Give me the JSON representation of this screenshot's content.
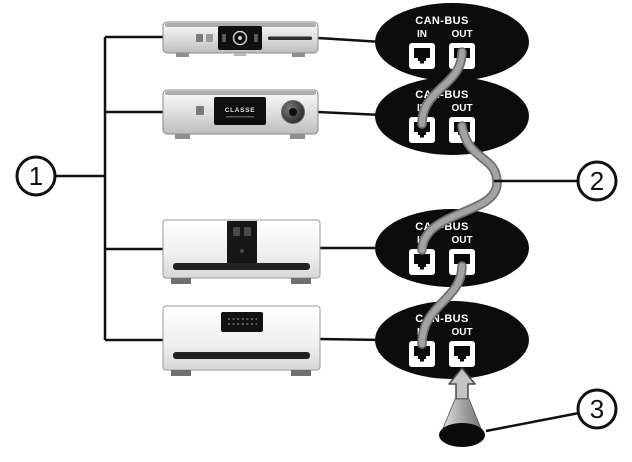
{
  "figure": {
    "type": "can-bus-wiring-diagram",
    "callouts": [
      {
        "label": "1"
      },
      {
        "label": "2"
      },
      {
        "label": "3"
      }
    ],
    "canbus_panel": {
      "title": "CAN-BUS",
      "in_label": "IN",
      "out_label": "OUT"
    },
    "devices": [
      {
        "type": "cd-transport"
      },
      {
        "type": "preamp-processor",
        "display_text": "CLASSE"
      },
      {
        "type": "stereo-amplifier"
      },
      {
        "type": "mono-amplifier"
      }
    ],
    "colors": {
      "outline": "#111111",
      "callout_bubble": "#0c0c0c",
      "cable": "#a3a3a3",
      "background": "#ffffff"
    }
  }
}
